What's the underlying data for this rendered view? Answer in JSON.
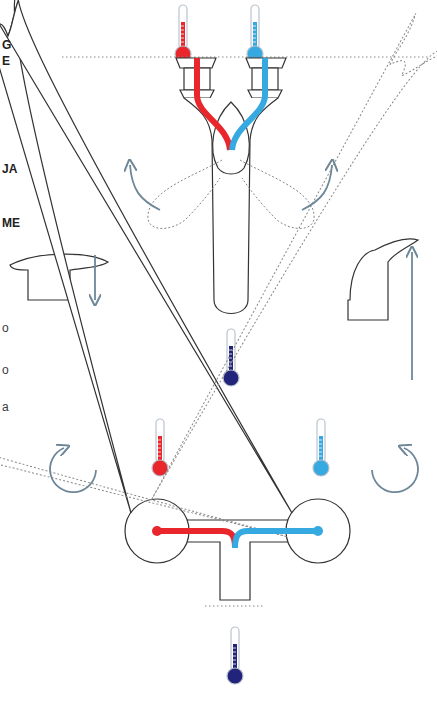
{
  "diagram": {
    "labels": [
      "G",
      "E",
      "JA",
      "ME",
      "o",
      "o",
      "a"
    ]
  }
}
